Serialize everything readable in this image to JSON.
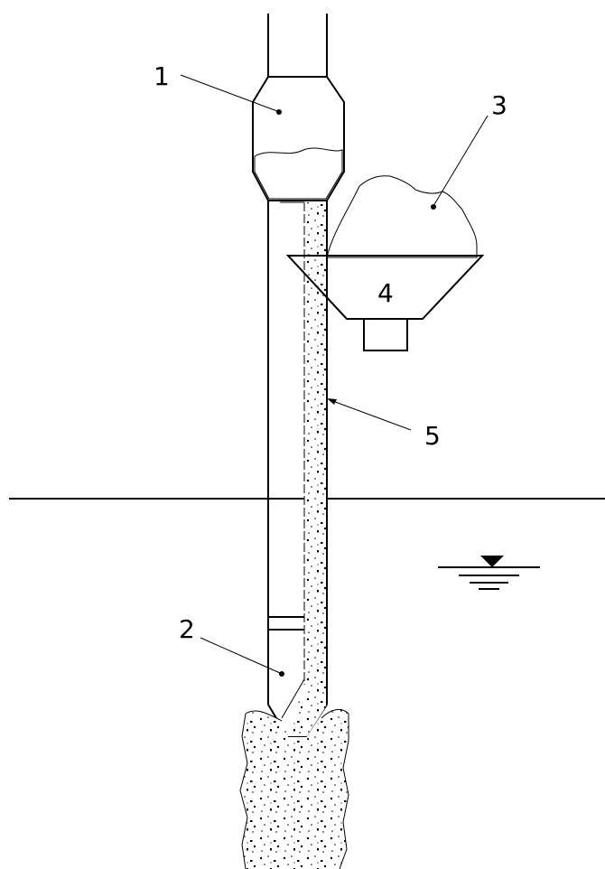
{
  "labels": {
    "l1": "1",
    "l2": "2",
    "l3": "3",
    "l4": "4",
    "l5": "5"
  },
  "colors": {
    "ink": "#000000",
    "paper": "#ffffff"
  }
}
